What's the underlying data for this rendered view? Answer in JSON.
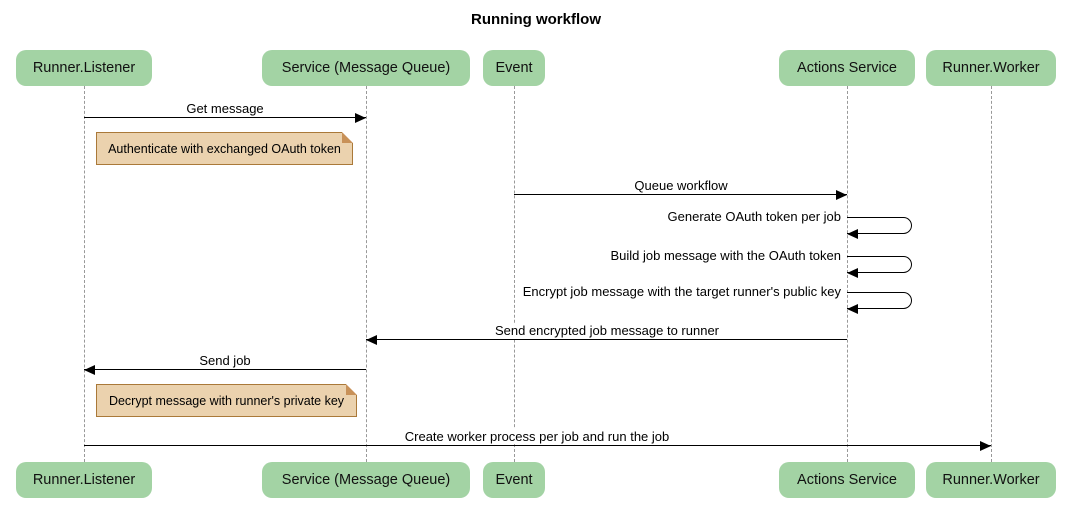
{
  "title": "Running workflow",
  "participants": [
    {
      "label": "Runner.Listener"
    },
    {
      "label": "Service (Message Queue)"
    },
    {
      "label": "Event"
    },
    {
      "label": "Actions Service"
    },
    {
      "label": "Runner.Worker"
    }
  ],
  "messages": [
    {
      "label": "Get message",
      "from": "Runner.Listener",
      "to": "Service (Message Queue)"
    },
    {
      "label": "Queue workflow",
      "from": "Event",
      "to": "Actions Service"
    },
    {
      "label": "Generate OAuth token per job",
      "from": "Actions Service",
      "to": "Actions Service"
    },
    {
      "label": "Build job message with the OAuth token",
      "from": "Actions Service",
      "to": "Actions Service"
    },
    {
      "label": "Encrypt job message with the target runner's public key",
      "from": "Actions Service",
      "to": "Actions Service"
    },
    {
      "label": "Send encrypted job message to runner",
      "from": "Actions Service",
      "to": "Service (Message Queue)"
    },
    {
      "label": "Send job",
      "from": "Service (Message Queue)",
      "to": "Runner.Listener"
    },
    {
      "label": "Create worker process per job and run the job",
      "from": "Runner.Listener",
      "to": "Runner.Worker"
    }
  ],
  "notes": [
    {
      "label": "Authenticate with exchanged OAuth token",
      "over": "Runner.Listener"
    },
    {
      "label": "Decrypt message with runner's private key",
      "over": "Runner.Listener"
    }
  ],
  "colors": {
    "participant_fill": "#A3D3A4",
    "note_fill": "#EBD2AE",
    "note_border": "#AA7939",
    "lifeline": "#999999",
    "arrow": "#000000"
  }
}
